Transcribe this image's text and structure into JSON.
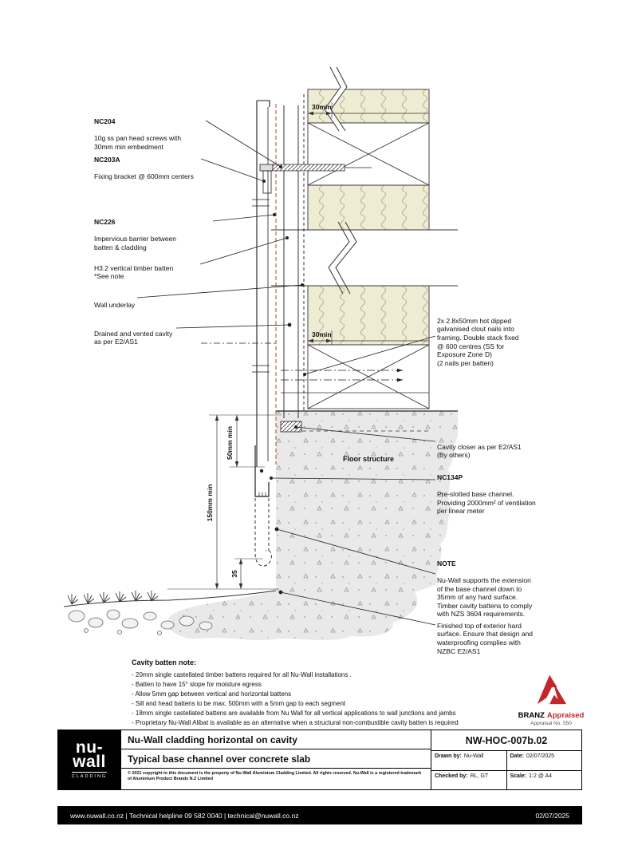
{
  "callouts": {
    "nc204": {
      "code": "NC204",
      "text": "10g ss pan head screws with\n30mm min embedment"
    },
    "nc203a": {
      "code": "NC203A",
      "text": "Fixing bracket @ 600mm centers"
    },
    "nc226": {
      "code": "NC226",
      "text": "Impervious barrier between\nbatten & cladding"
    },
    "h32": {
      "text": "H3.2 vertical timber batten\n*See note"
    },
    "underlay": {
      "text": "Wall underlay"
    },
    "cavity": {
      "text": "Drained and vented cavity\nas per  E2/AS1"
    },
    "nails": {
      "text": "2x 2.8x50mm hot dipped\ngalvanised clout nails into\nframing. Double stack fixed\n@ 600 centres (SS for\nExposure Zone D)\n(2 nails per batten)"
    },
    "closer": {
      "text": "Cavity closer as per E2/AS1\n(By others)"
    },
    "floor": {
      "text": "Floor structure"
    },
    "nc134p": {
      "code": "NC134P",
      "text": "Pre-slotted base channel.\nProviding 2000mm² of ventilation\nper linear meter"
    },
    "note": {
      "code": "NOTE",
      "text": "Nu-Wall supports the extension\nof the base channel down to\n35mm of any hard surface.\nTimber cavity battens to comply\nwith NZS 3604 requirements."
    },
    "surface": {
      "text": "Finished top of exterior hard\nsurface. Ensure that design and\nwaterproofing complies with\nNZBC E2/AS1"
    }
  },
  "dimensions": {
    "top30": "30min",
    "mid30": "30min",
    "d50": "50mm min",
    "d150": "150mm min",
    "d35": "35"
  },
  "notes": {
    "title": "Cavity batten note:",
    "items": [
      "-  20mm single castellated timber battens required for all Nu-Wall installations .",
      "-  Batten to have 15° slope for moisture egress",
      "-  Allow 5mm gap between vertical and horizontal battens",
      "-  Sill and head battens to be max. 500mm with a 5mm gap to each segment",
      "-  18mm single castellated battens are available from Nu Wall for all vertical applications to wall junctions and jambs",
      "-  Proprietary Nu-Wall Alibat is available as an alternative when a structural non-combustible cavity batten is required"
    ]
  },
  "branz": {
    "name": "BRANZ",
    "appraised": "Appraised",
    "appraisal_no": "Appraisal No. 550"
  },
  "titleblock": {
    "logo_top": "nu-",
    "logo_bottom": "wall",
    "logo_sub": "CLADDING",
    "title_line1": "Nu-Wall cladding horizontal on cavity",
    "title_line2": "Typical base channel over concrete slab",
    "copyright": "© 2021 copyright to this document is the property of Nu-Wall Aluminium Cladding Limited.  All rights reserved.  Nu-Wall is a registered trademark of Aluminium Product Brands N.Z Limited",
    "doc_number": "NW-HOC-007b.02",
    "drawn_label": "Drawn by:",
    "drawn_value": "Nu-Wall",
    "date_label": "Date:",
    "date_value": "02/07/2025",
    "checked_label": "Checked by:",
    "checked_value": "RL, GT",
    "scale_label": "Scale:",
    "scale_value": "1:2 @ A4"
  },
  "footer": {
    "links": "www.nuwall.co.nz   |   Technical helpline 09 582 0040   |   technical@nuwall.co.nz",
    "date": "02/07/2025"
  }
}
